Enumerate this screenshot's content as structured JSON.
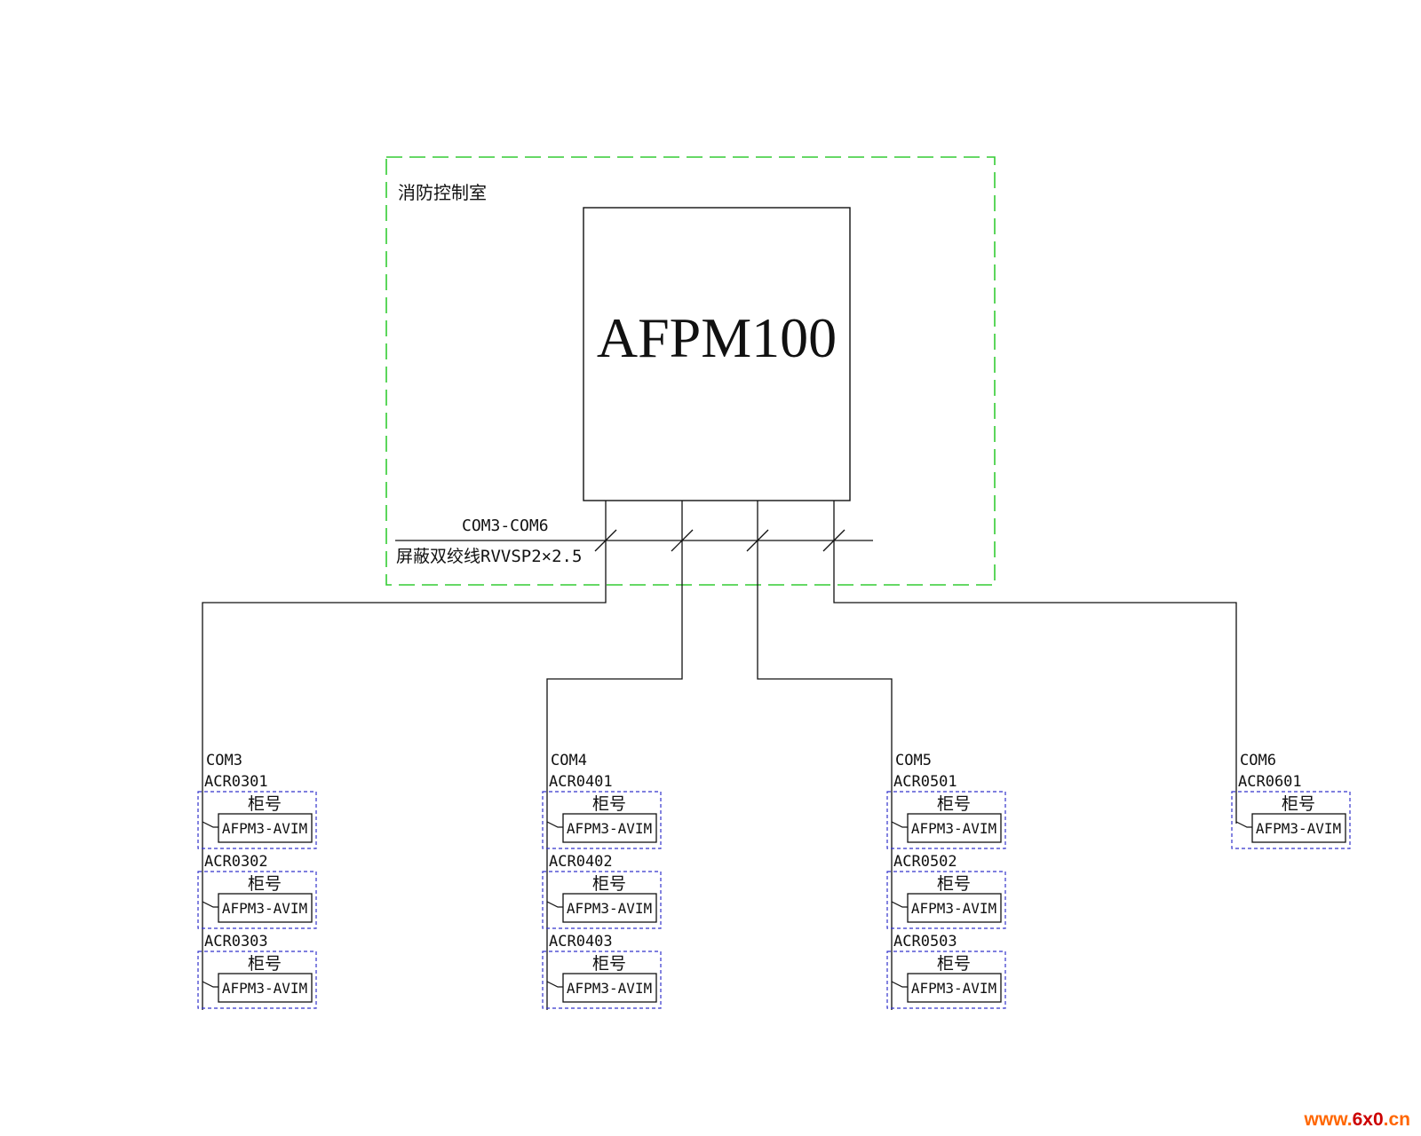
{
  "room_label": "消防控制室",
  "main_device": "AFPM100",
  "bus_label": "COM3-COM6",
  "cable_label": "屏蔽双绞线RVVSP2×2.5",
  "module_label": "AFPM3-AVIM",
  "cabinet_label": "柜号",
  "branches": [
    {
      "com": "COM3",
      "devices": [
        "ACR0301",
        "ACR0302",
        "ACR0303"
      ]
    },
    {
      "com": "COM4",
      "devices": [
        "ACR0401",
        "ACR0402",
        "ACR0403"
      ]
    },
    {
      "com": "COM5",
      "devices": [
        "ACR0501",
        "ACR0502",
        "ACR0503"
      ]
    },
    {
      "com": "COM6",
      "devices": [
        "ACR0601"
      ]
    }
  ],
  "watermark": {
    "prefix": "www.",
    "accent": "6x0",
    "suffix": ".cn",
    "colors": {
      "main": "#ff6600",
      "accent": "#cc0000"
    }
  },
  "colors": {
    "room_border": "#33cc33",
    "cabinet_border": "#3333cc",
    "line": "#111111"
  }
}
